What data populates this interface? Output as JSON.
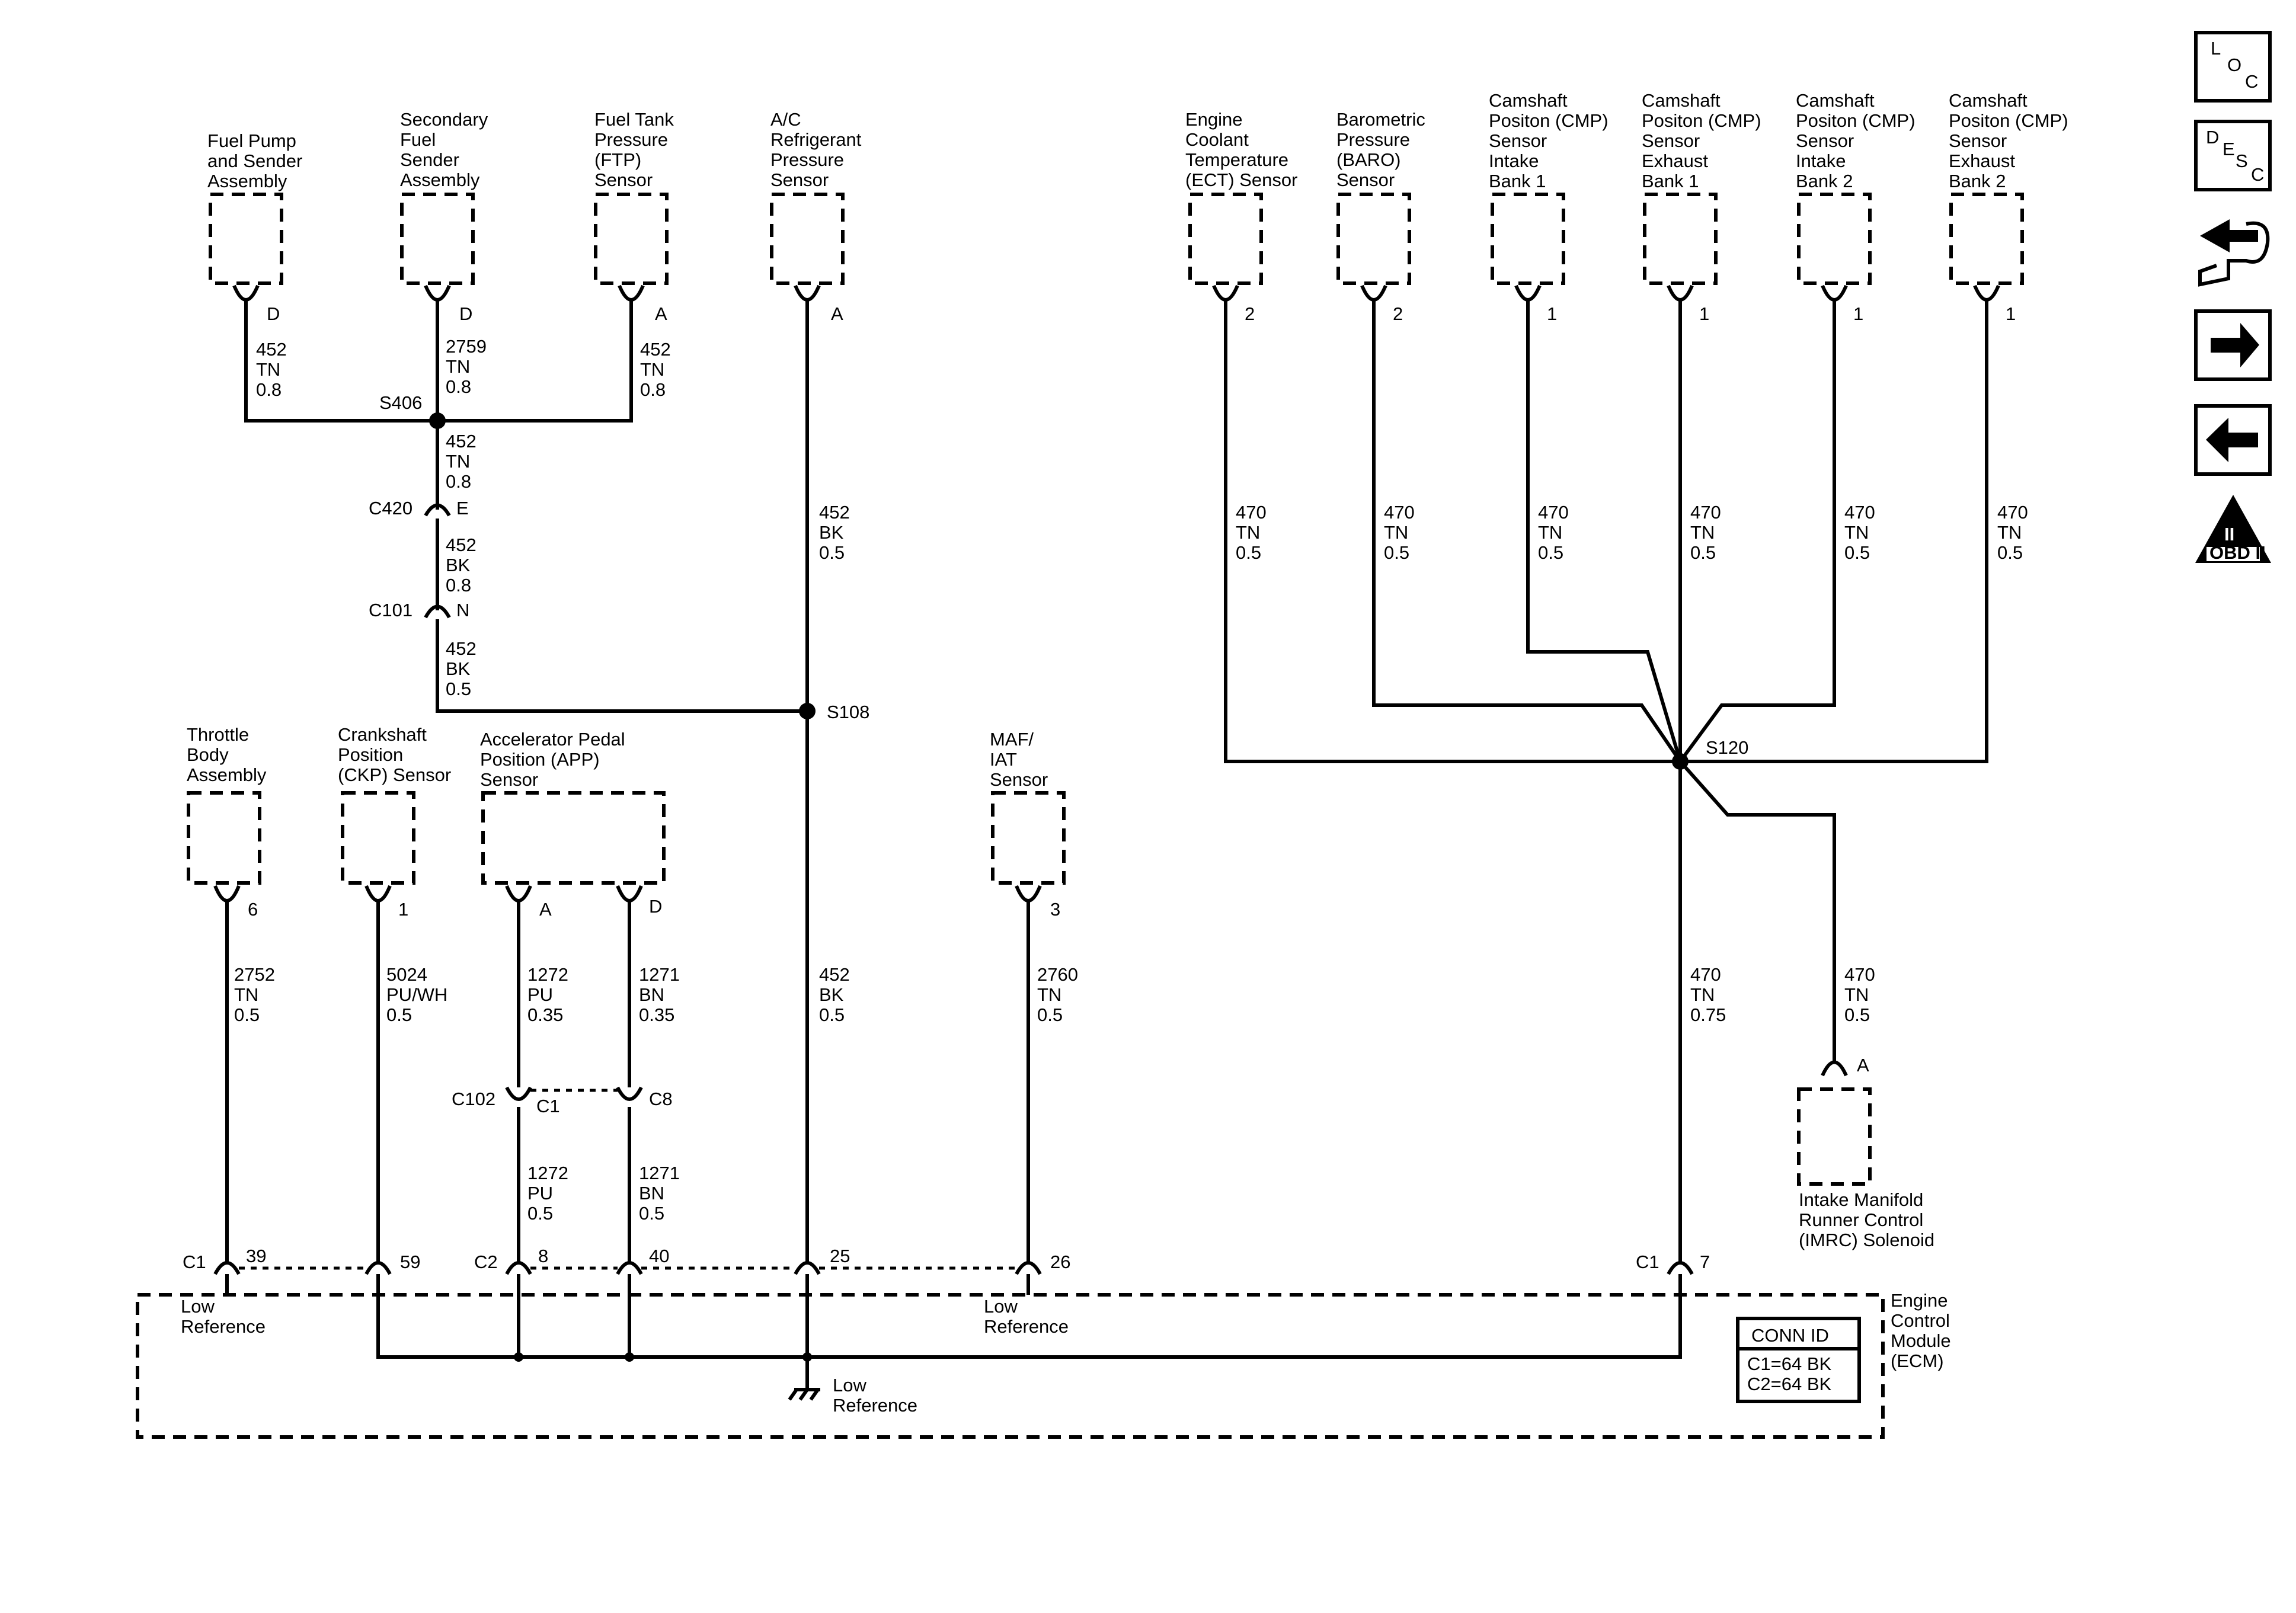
{
  "components": {
    "fuel_pump": [
      "Fuel Pump",
      "and Sender",
      "Assembly"
    ],
    "secondary_fuel": [
      "Secondary",
      "Fuel",
      "Sender",
      "Assembly"
    ],
    "ftp": [
      "Fuel Tank",
      "Pressure",
      "(FTP)",
      "Sensor"
    ],
    "ac": [
      "A/C",
      "Refrigerant",
      "Pressure",
      "Sensor"
    ],
    "ect": [
      "Engine",
      "Coolant",
      "Temperature",
      "(ECT) Sensor"
    ],
    "baro": [
      "Barometric",
      "Pressure",
      "(BARO)",
      "Sensor"
    ],
    "cmp_ib1": [
      "Camshaft",
      "Positon (CMP)",
      "Sensor",
      "Intake",
      "Bank 1"
    ],
    "cmp_eb1": [
      "Camshaft",
      "Positon (CMP)",
      "Sensor",
      "Exhaust",
      "Bank 1"
    ],
    "cmp_ib2": [
      "Camshaft",
      "Positon (CMP)",
      "Sensor",
      "Intake",
      "Bank 2"
    ],
    "cmp_eb2": [
      "Camshaft",
      "Positon (CMP)",
      "Sensor",
      "Exhaust",
      "Bank 2"
    ],
    "throttle": [
      "Throttle",
      "Body",
      "Assembly"
    ],
    "ckp": [
      "Crankshaft",
      "Position",
      "(CKP) Sensor"
    ],
    "app": [
      "Accelerator Pedal",
      "Position (APP)",
      "Sensor"
    ],
    "maf": [
      "MAF/",
      "IAT",
      "Sensor"
    ],
    "imrc": [
      "Intake Manifold",
      "Runner Control",
      "(IMRC) Solenoid"
    ],
    "ecm": [
      "Engine",
      "Control",
      "Module",
      "(ECM)"
    ]
  },
  "pins": {
    "fuel_pump": "D",
    "secondary_fuel": "D",
    "ftp": "A",
    "ac": "A",
    "ect": "2",
    "baro": "2",
    "cmp_ib1": "1",
    "cmp_eb1": "1",
    "cmp_ib2": "1",
    "cmp_eb2": "1",
    "throttle": "6",
    "ckp": "1",
    "app_a": "A",
    "app_d": "D",
    "maf": "3",
    "imrc": "A",
    "c420": "E",
    "c101": "N",
    "c102_a": "C1",
    "c102_b": "C8",
    "ecm_39": "39",
    "ecm_59": "59",
    "ecm_8": "8",
    "ecm_40": "40",
    "ecm_25": "25",
    "ecm_26": "26",
    "ecm_7": "7"
  },
  "wires": {
    "fuel_pump": [
      "452",
      "TN",
      "0.8"
    ],
    "secondary_fuel": [
      "2759",
      "TN",
      "0.8"
    ],
    "ftp": [
      "452",
      "TN",
      "0.8"
    ],
    "s406_c420": [
      "452",
      "TN",
      "0.8"
    ],
    "c420_c101": [
      "452",
      "BK",
      "0.8"
    ],
    "c101_s108": [
      "452",
      "BK",
      "0.5"
    ],
    "ac": [
      "452",
      "BK",
      "0.5"
    ],
    "s108_ecm": [
      "452",
      "BK",
      "0.5"
    ],
    "ect": [
      "470",
      "TN",
      "0.5"
    ],
    "baro": [
      "470",
      "TN",
      "0.5"
    ],
    "cmp_ib1": [
      "470",
      "TN",
      "0.5"
    ],
    "cmp_eb1": [
      "470",
      "TN",
      "0.5"
    ],
    "cmp_ib2": [
      "470",
      "TN",
      "0.5"
    ],
    "cmp_eb2": [
      "470",
      "TN",
      "0.5"
    ],
    "throttle": [
      "2752",
      "TN",
      "0.5"
    ],
    "ckp": [
      "5024",
      "PU/WH",
      "0.5"
    ],
    "app_a": [
      "1272",
      "PU",
      "0.35"
    ],
    "app_d": [
      "1271",
      "BN",
      "0.35"
    ],
    "app_a2": [
      "1272",
      "PU",
      "0.5"
    ],
    "app_d2": [
      "1271",
      "BN",
      "0.5"
    ],
    "maf": [
      "2760",
      "TN",
      "0.5"
    ],
    "s120_ecm": [
      "470",
      "TN",
      "0.75"
    ],
    "imrc": [
      "470",
      "TN",
      "0.5"
    ]
  },
  "splices": {
    "s406": "S406",
    "s108": "S108",
    "s120": "S120"
  },
  "connectors": {
    "c420": "C420",
    "c101": "C101",
    "c102": "C102",
    "ecm_c1_left": "C1",
    "ecm_c2": "C2",
    "ecm_c1_right": "C1"
  },
  "ecm_labels": {
    "low_ref_1": [
      "Low",
      "Reference"
    ],
    "low_ref_2": [
      "Low",
      "Reference"
    ],
    "low_ref_ground": [
      "Low",
      "Reference"
    ]
  },
  "conn_id": {
    "title": "CONN ID",
    "c1": "C1=64 BK",
    "c2": "C2=64 BK"
  },
  "nav": {
    "loc": [
      "L",
      "O",
      "C"
    ],
    "desc": [
      "D",
      "E",
      "S",
      "C"
    ],
    "obd": "OBD II",
    "obd_mark": "II"
  }
}
